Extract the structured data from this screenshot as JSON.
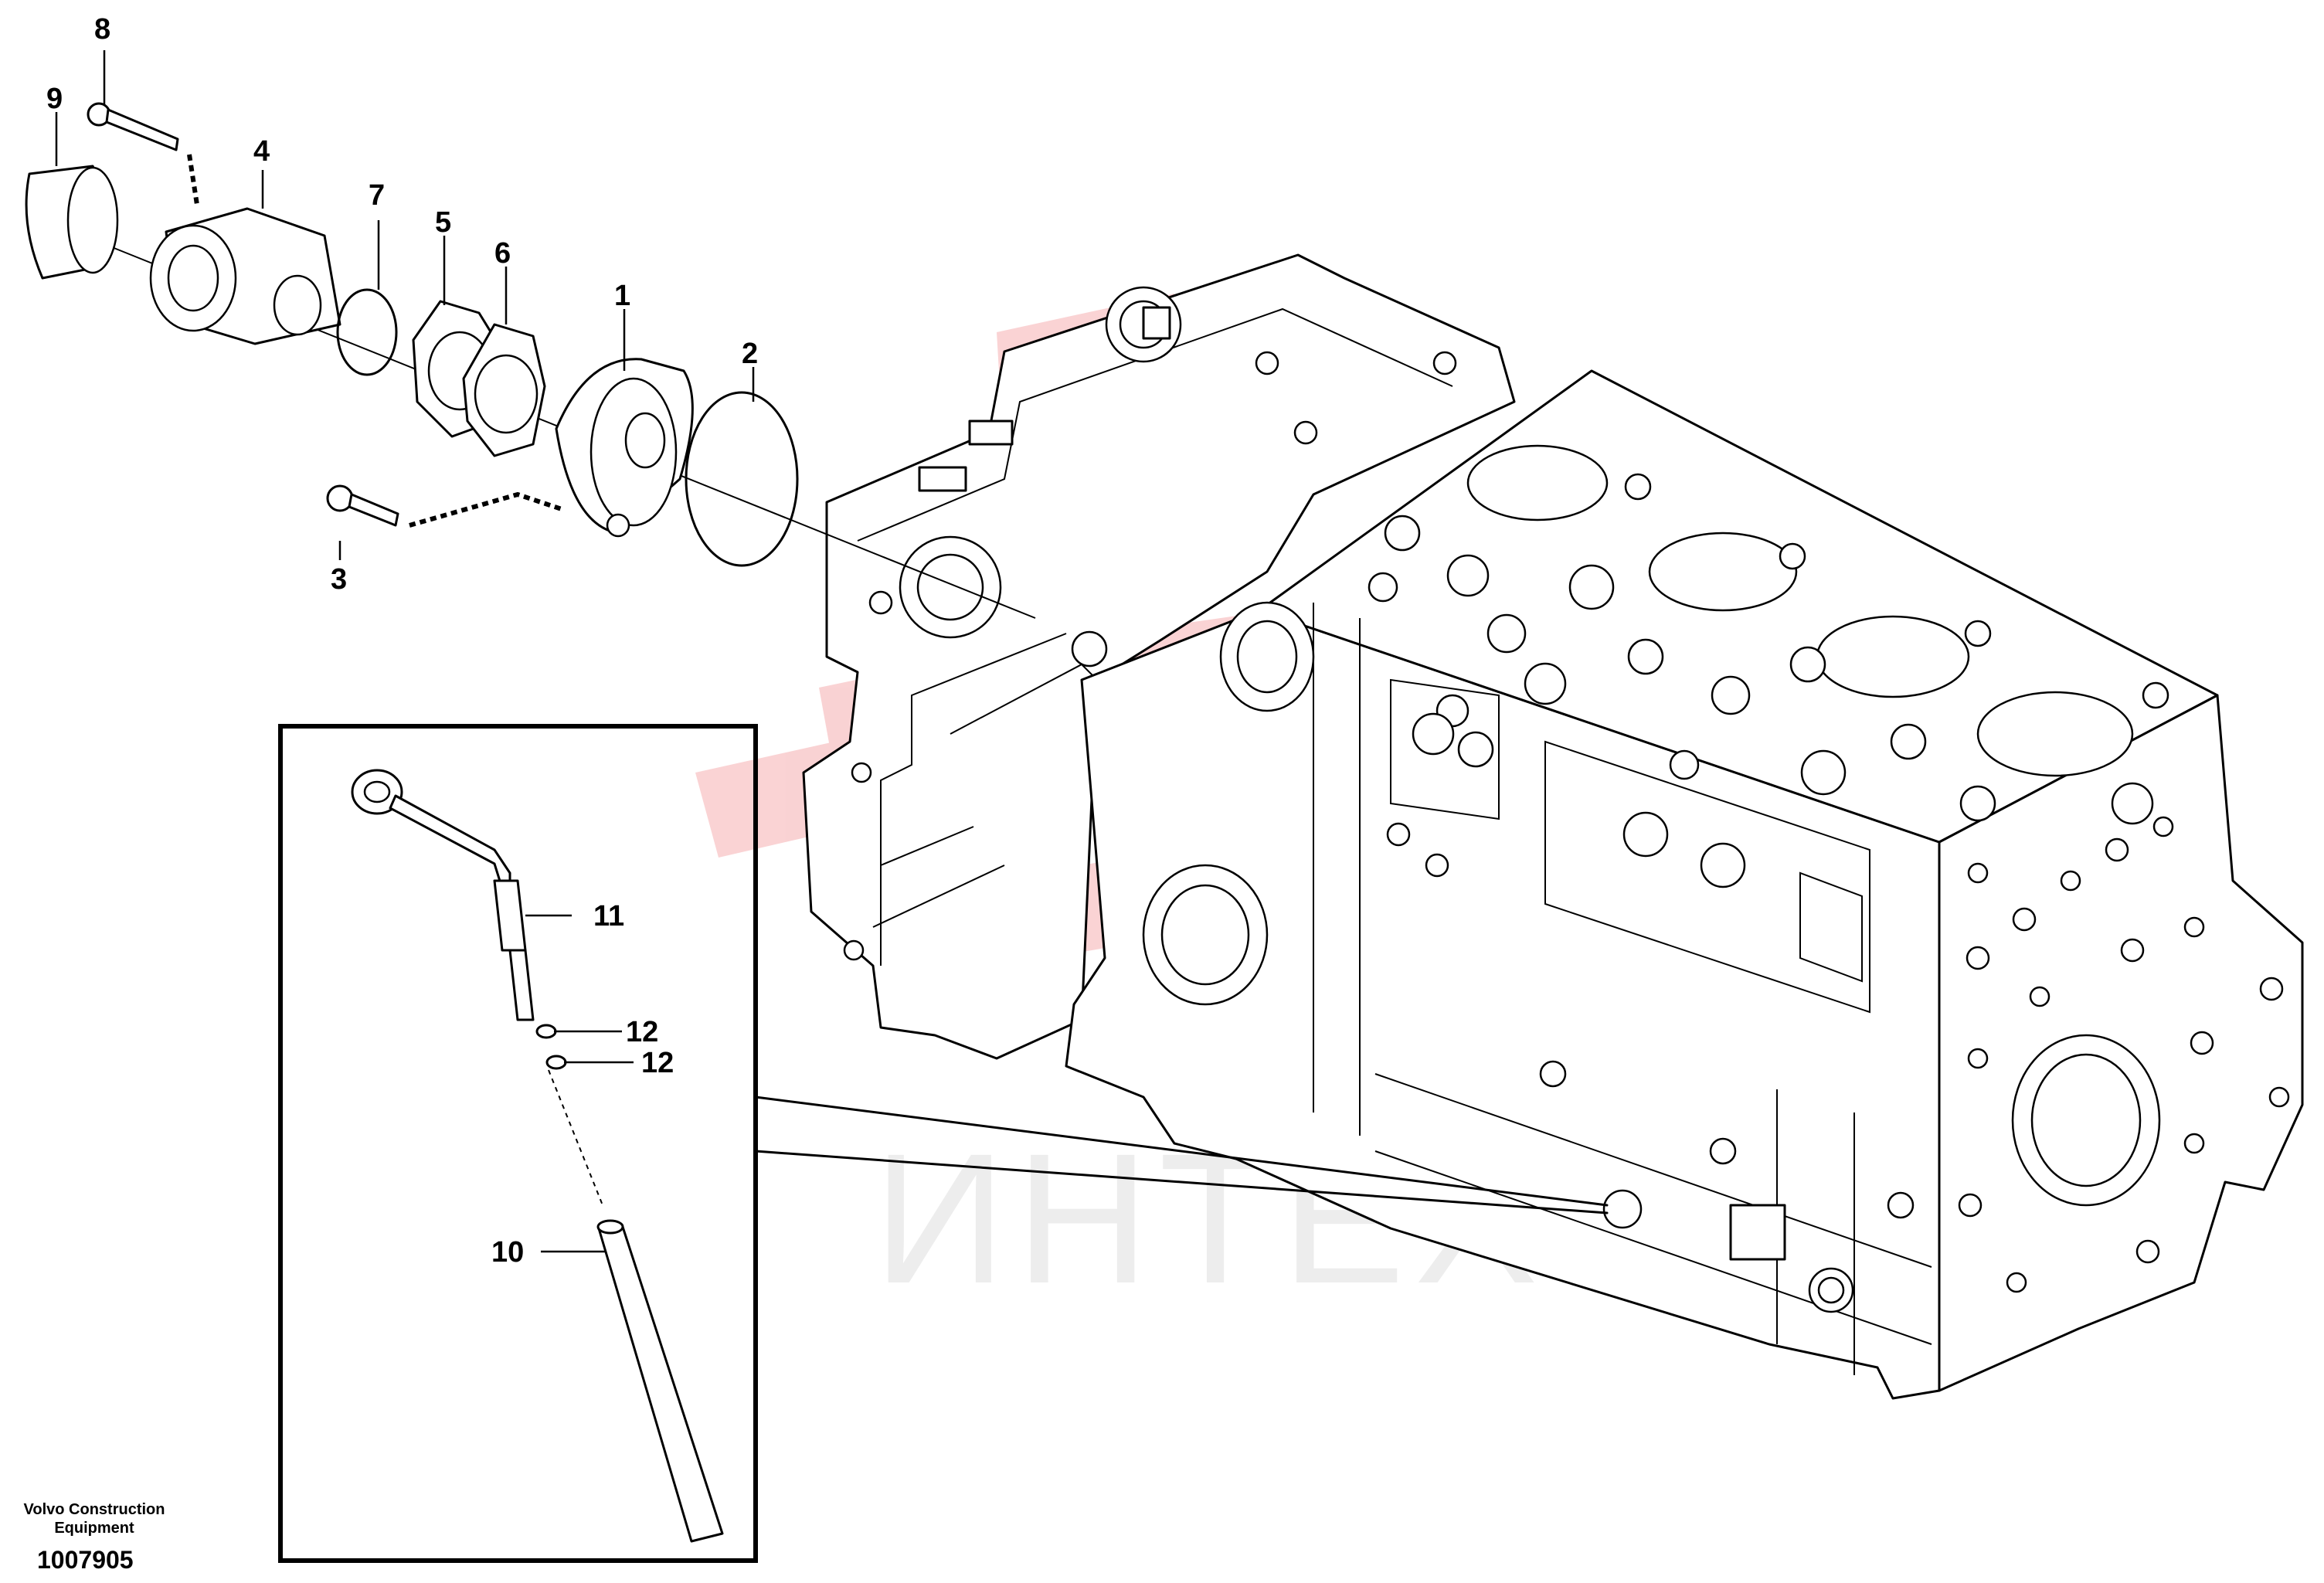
{
  "watermark": {
    "text": "ИНТЕХ",
    "logo_color": "#e8373a"
  },
  "credit": {
    "line1": "Volvo Construction",
    "line2": "Equipment"
  },
  "doc_number": "1007905",
  "callouts": {
    "c1": "1",
    "c2": "2",
    "c3": "3",
    "c4": "4",
    "c5": "5",
    "c6": "6",
    "c7": "7",
    "c8": "8",
    "c9": "9",
    "c10": "10",
    "c11": "11",
    "c12a": "12",
    "c12b": "12"
  }
}
